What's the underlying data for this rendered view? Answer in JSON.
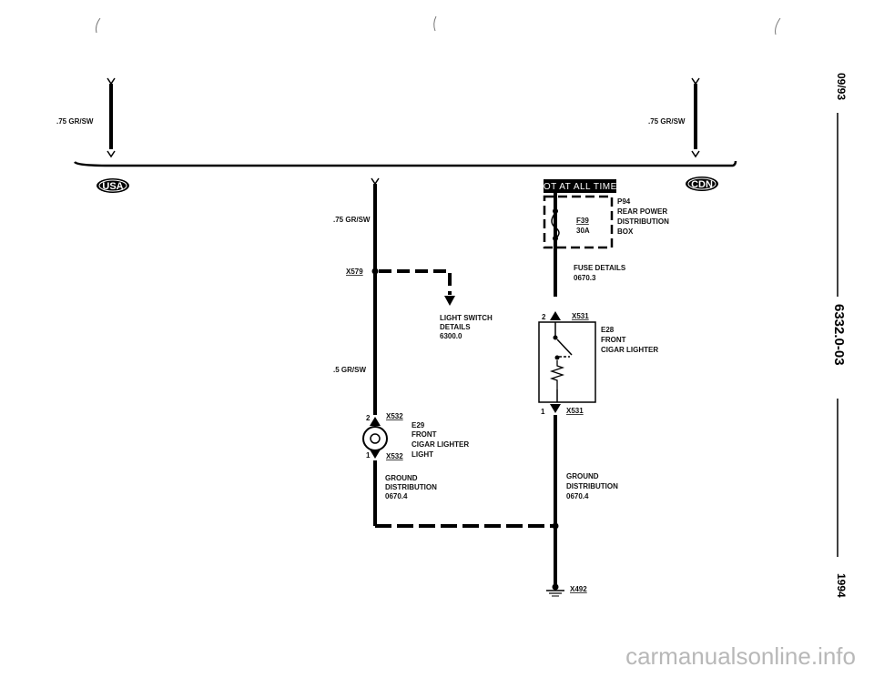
{
  "wire_labels": {
    "top_left": ".75 GR/SW",
    "top_right": ".75 GR/SW",
    "center_upper": ".75 GR/SW",
    "center_lower": ".5 GR/SW"
  },
  "badges": {
    "left": "USA",
    "right": "CDN"
  },
  "hot_banner": "HOT AT ALL TIMES",
  "fuse_box": {
    "ref": "P94",
    "name_lines": [
      "REAR POWER",
      "DISTRIBUTION",
      "BOX"
    ],
    "fuse_id": "F39",
    "fuse_rating": "30A"
  },
  "fuse_details": [
    "FUSE DETAILS",
    "0670.3"
  ],
  "connector_x579": "X579",
  "light_switch": [
    "LIGHT SWITCH",
    "DETAILS",
    "6300.0"
  ],
  "cigar_lighter": {
    "ref": "E28",
    "lines": [
      "FRONT",
      "CIGAR LIGHTER"
    ],
    "conn": "X531",
    "pin_top": "2",
    "pin_bottom": "1"
  },
  "lighter_light": {
    "ref": "E29",
    "lines": [
      "FRONT",
      "CIGAR LIGHTER",
      "LIGHT"
    ],
    "conn": "X532",
    "pin_top": "2",
    "pin_bottom": "1"
  },
  "ground_left": [
    "GROUND",
    "DISTRIBUTION",
    "0670.4"
  ],
  "ground_right": [
    "GROUND",
    "DISTRIBUTION",
    "0670.4"
  ],
  "ground_point": "X492",
  "side_text": {
    "date": "09/93",
    "section": "6332.0-03",
    "year": "1994"
  },
  "watermark": "carmanualsonline.info"
}
